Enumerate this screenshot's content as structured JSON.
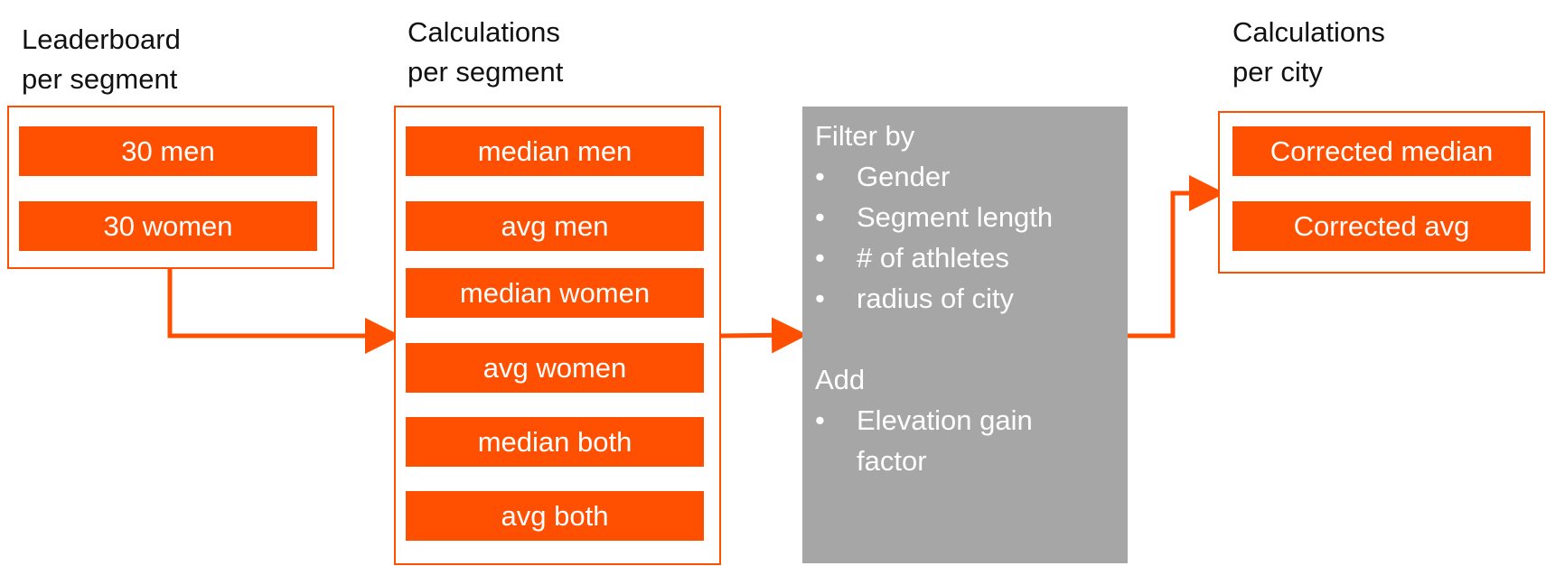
{
  "leaderboard": {
    "heading": [
      "Leaderboard",
      "per segment"
    ],
    "items": [
      "30 men",
      "30 women"
    ]
  },
  "calculations_segment": {
    "heading": [
      "Calculations",
      "per segment"
    ],
    "items": [
      "median men",
      "avg men",
      "median women",
      "avg women",
      "median both",
      "avg both"
    ]
  },
  "filter": {
    "title": "Filter by",
    "bullet": "•",
    "criteria": [
      "Gender",
      "Segment length",
      "# of athletes",
      "radius of city"
    ],
    "add_title": "Add",
    "add_items": [
      "Elevation gain",
      "factor"
    ]
  },
  "calculations_city": {
    "heading": [
      "Calculations",
      "per city"
    ],
    "items": [
      "Corrected median",
      "Corrected avg"
    ]
  },
  "colors": {
    "accent": "#ff4f00",
    "filter_box": "#a6a6a6",
    "text": "#111111"
  }
}
